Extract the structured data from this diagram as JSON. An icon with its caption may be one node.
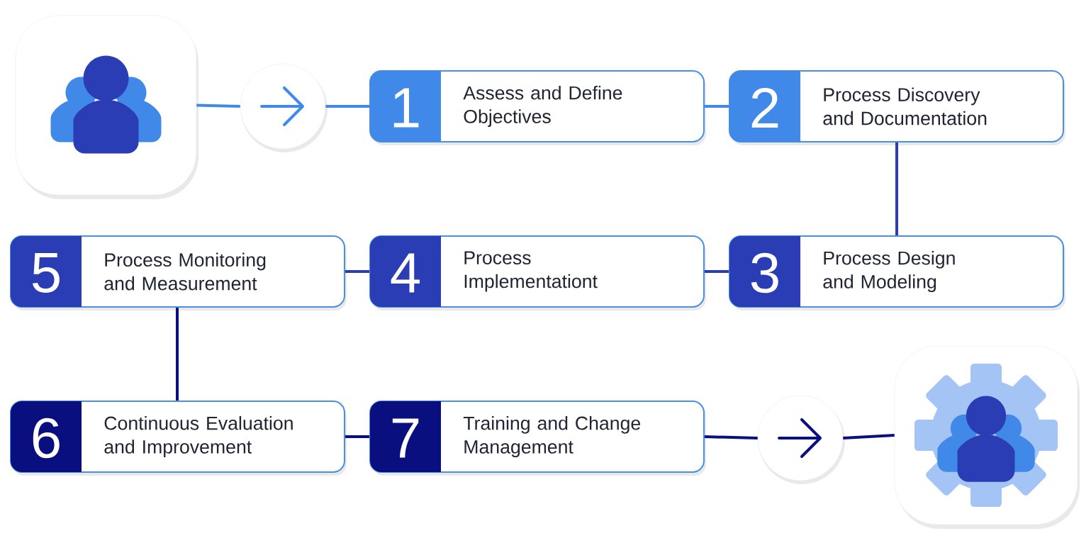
{
  "diagram": {
    "nodes": [
      {
        "text": [],
        "shape": "person"
      },
      {
        "text": [],
        "shape": "circle"
      },
      {
        "text": [
          "1",
          "Assess and Define Objectives"
        ]
      },
      {
        "text": [
          "2",
          "Process Discovery and Documentation"
        ]
      },
      {
        "text": [
          "3",
          "Process Design and Modeling"
        ]
      },
      {
        "text": [
          "4",
          "Process Implementationt"
        ]
      },
      {
        "text": [
          "5",
          "Process Monitoring and Measurement"
        ]
      },
      {
        "text": [
          "6",
          "Continuous Evaluation and Improvement"
        ]
      },
      {
        "text": [
          "7",
          "Training and Change Management"
        ]
      },
      {
        "text": [],
        "shape": "circle"
      },
      {
        "text": [],
        "shape": "person"
      }
    ],
    "edges": [
      {
        "from": 0,
        "to": 1,
        "arrow": "none",
        "color": "#4189e9"
      },
      {
        "from": 1,
        "to": 2,
        "arrow": "none",
        "color": "#4189e9"
      },
      {
        "from": 2,
        "to": 3,
        "arrow": "none",
        "color": "#4189e9"
      },
      {
        "from": 3,
        "to": 4,
        "arrow": "none",
        "color": "#2b3db5"
      },
      {
        "from": 4,
        "to": 5,
        "arrow": "none",
        "color": "#2b3db5"
      },
      {
        "from": 5,
        "to": 6,
        "arrow": "none",
        "color": "#2b3db5"
      },
      {
        "from": 6,
        "to": 7,
        "arrow": "none"
      },
      {
        "from": 7,
        "to": 8,
        "arrow": "none"
      },
      {
        "from": 8,
        "to": 9,
        "arrow": "none"
      },
      {
        "from": 9,
        "to": 10,
        "arrow": "none"
      }
    ]
  }
}
